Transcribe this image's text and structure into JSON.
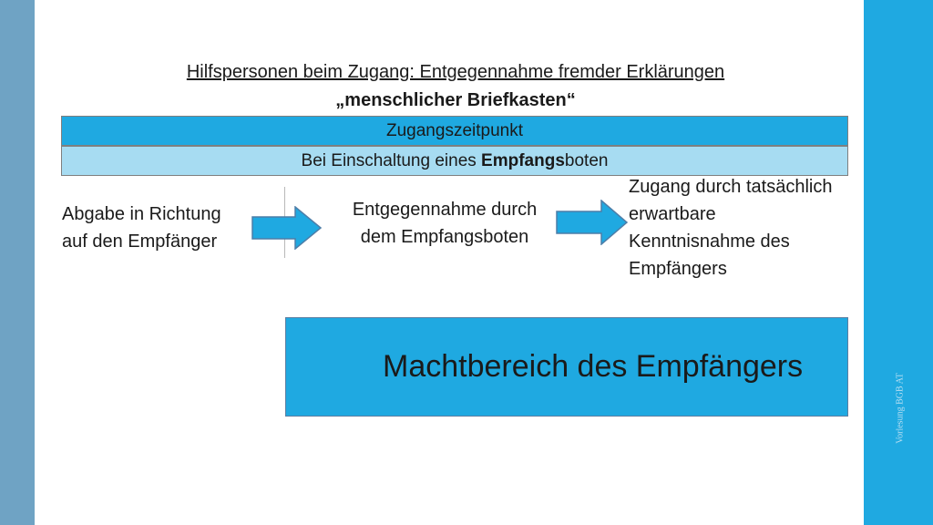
{
  "slide": {
    "title": "Hilfspersonen beim Zugang: Entgegennahme fremder Erklärungen",
    "subtitle": "„menschlicher Briefkasten“",
    "band_1": "Zugangszeitpunkt",
    "band_2_prefix": "Bei Einschaltung eines ",
    "band_2_bold": "Empfangs",
    "band_2_suffix": "boten",
    "steps": [
      {
        "line_1": "Abgabe in Richtung",
        "line_2": "auf den Empfänger"
      },
      {
        "line_1": "Entgegennahme durch",
        "line_2": "dem Empfangsboten"
      },
      {
        "line_1": "Zugang durch tatsächlich",
        "line_2": "erwartbare",
        "line_3": "Kenntnisnahme des",
        "line_4": "Empfängers"
      }
    ],
    "power_box_label": "Machtbereich des Empfängers",
    "side_label": "Vorlesung BGB AT"
  },
  "colors": {
    "accent_blue": "#1fa9e1",
    "light_blue": "#a7dcf2",
    "left_bar": "#6fa3c4"
  }
}
